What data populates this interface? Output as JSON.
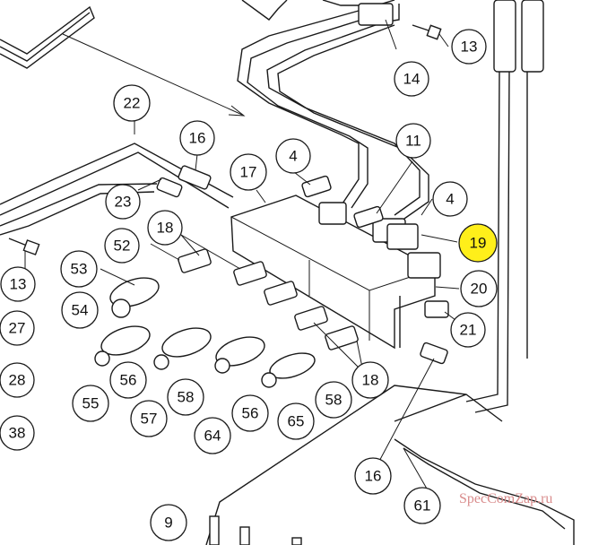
{
  "diagram": {
    "highlight_color": "#ffef1a",
    "watermark": "SpecComZap.ru",
    "callouts": [
      {
        "id": "c13a",
        "label": "13",
        "highlight": false
      },
      {
        "id": "c14",
        "label": "14",
        "highlight": false
      },
      {
        "id": "c22",
        "label": "22",
        "highlight": false
      },
      {
        "id": "c16a",
        "label": "16",
        "highlight": false
      },
      {
        "id": "c17",
        "label": "17",
        "highlight": false
      },
      {
        "id": "c4a",
        "label": "4",
        "highlight": false
      },
      {
        "id": "c11",
        "label": "11",
        "highlight": false
      },
      {
        "id": "c4b",
        "label": "4",
        "highlight": false
      },
      {
        "id": "c19",
        "label": "19",
        "highlight": true
      },
      {
        "id": "c23",
        "label": "23",
        "highlight": false
      },
      {
        "id": "c18a",
        "label": "18",
        "highlight": false
      },
      {
        "id": "c52",
        "label": "52",
        "highlight": false
      },
      {
        "id": "c13b",
        "label": "13",
        "highlight": false
      },
      {
        "id": "c53",
        "label": "53",
        "highlight": false
      },
      {
        "id": "c54",
        "label": "54",
        "highlight": false
      },
      {
        "id": "c20",
        "label": "20",
        "highlight": false
      },
      {
        "id": "c21",
        "label": "21",
        "highlight": false
      },
      {
        "id": "c27",
        "label": "27",
        "highlight": false
      },
      {
        "id": "c28",
        "label": "28",
        "highlight": false
      },
      {
        "id": "c38",
        "label": "38",
        "highlight": false
      },
      {
        "id": "c56a",
        "label": "56",
        "highlight": false
      },
      {
        "id": "c55",
        "label": "55",
        "highlight": false
      },
      {
        "id": "c58a",
        "label": "58",
        "highlight": false
      },
      {
        "id": "c57",
        "label": "57",
        "highlight": false
      },
      {
        "id": "c56b",
        "label": "56",
        "highlight": false
      },
      {
        "id": "c64",
        "label": "64",
        "highlight": false
      },
      {
        "id": "c65",
        "label": "65",
        "highlight": false
      },
      {
        "id": "c58b",
        "label": "58",
        "highlight": false
      },
      {
        "id": "c18b",
        "label": "18",
        "highlight": false
      },
      {
        "id": "c16b",
        "label": "16",
        "highlight": false
      },
      {
        "id": "c61",
        "label": "61",
        "highlight": false
      },
      {
        "id": "c9",
        "label": "9",
        "highlight": false
      }
    ]
  }
}
